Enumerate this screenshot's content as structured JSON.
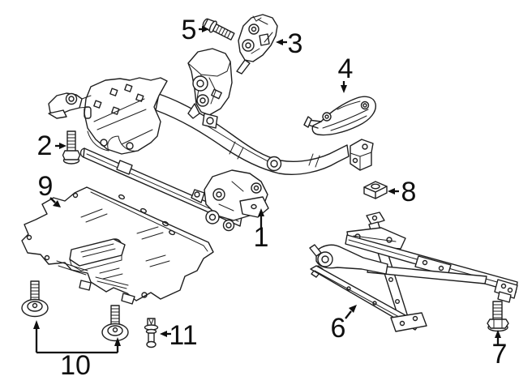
{
  "diagram": {
    "background_color": "#ffffff",
    "line_color": "#1f1f1f",
    "label_color": "#0f0f0f"
  },
  "callouts": [
    {
      "label": "1"
    },
    {
      "label": "2"
    },
    {
      "label": "3"
    },
    {
      "label": "4"
    },
    {
      "label": "5"
    },
    {
      "label": "6"
    },
    {
      "label": "7"
    },
    {
      "label": "8"
    },
    {
      "label": "9"
    },
    {
      "label": "10"
    },
    {
      "label": "11"
    }
  ]
}
